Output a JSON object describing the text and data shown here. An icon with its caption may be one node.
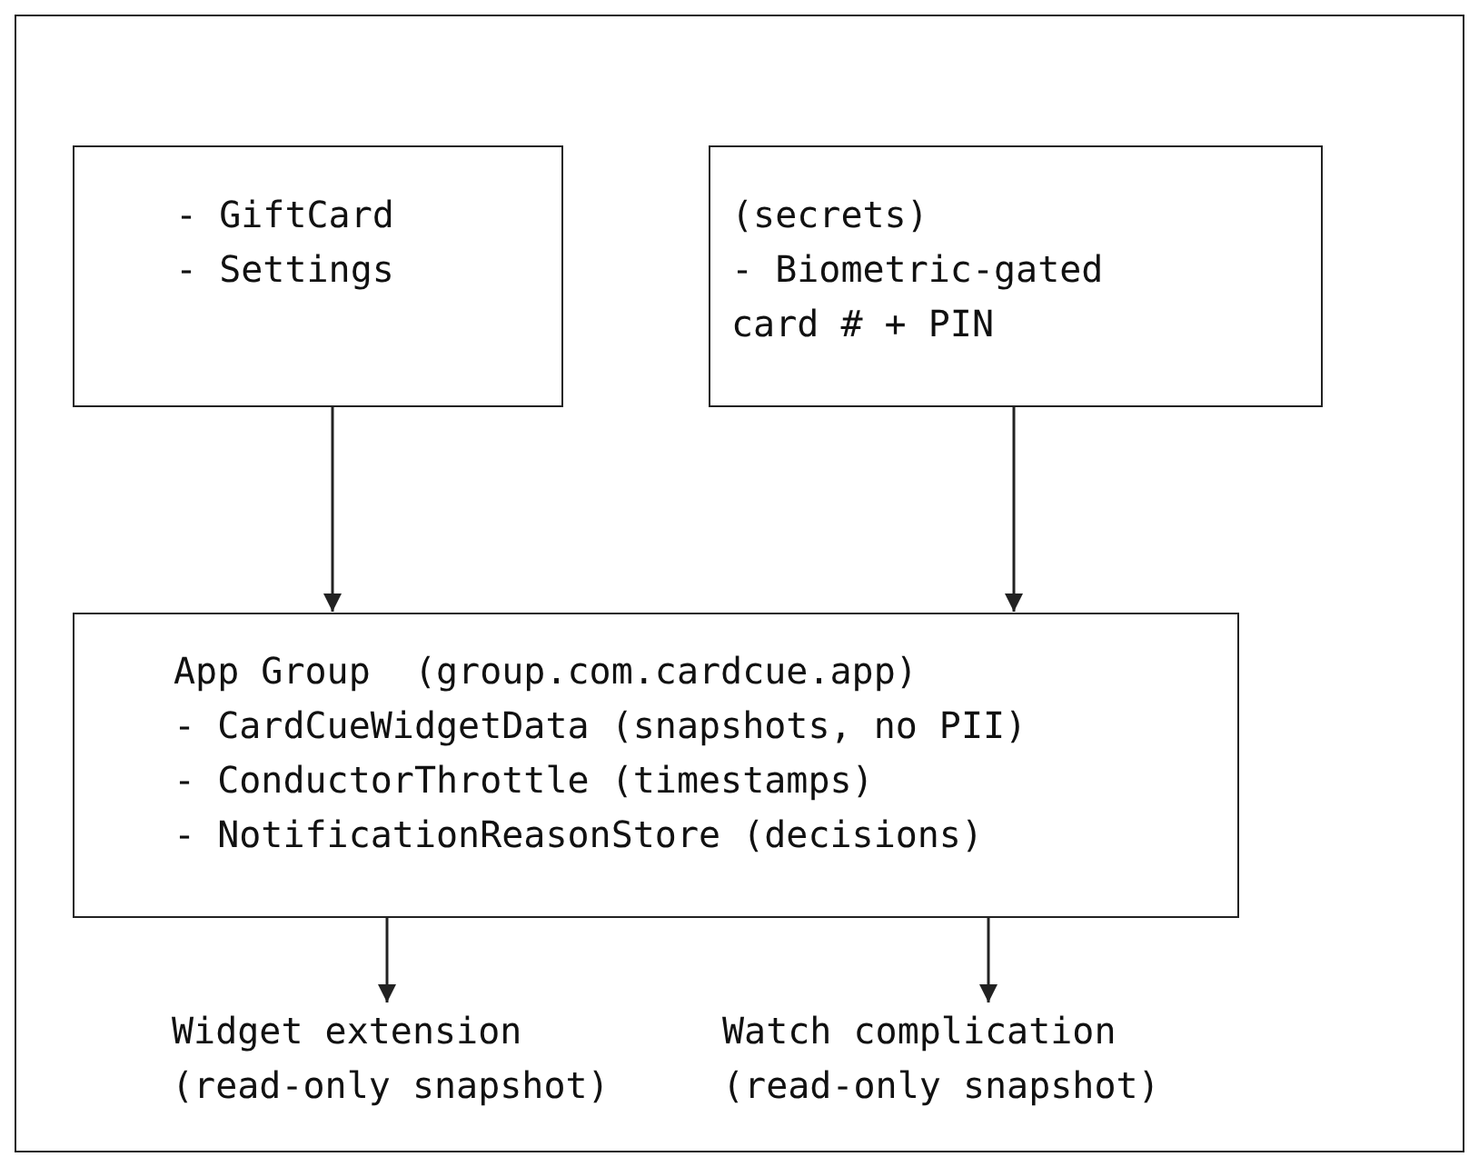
{
  "diagram": {
    "nodes": [
      {
        "text": [],
        "shape": "box"
      },
      {
        "text": [
          "- GiftCard",
          "- Settings"
        ],
        "in": 0
      },
      {
        "text": [
          "(secrets)",
          "- Biometric-gated card # + PIN"
        ],
        "in": 0
      },
      {
        "text": [
          "App Group  (group.com.cardcue.app)",
          "- CardCueWidgetData (snapshots, no PII)",
          "- ConductorThrottle (timestamps)",
          "- NotificationReasonStore (decisions)"
        ],
        "in": 0
      },
      {
        "text": [
          "Widget extension (read-only snapshot)"
        ],
        "in": 0
      },
      {
        "text": [
          "Watch complication (read-only snapshot)"
        ],
        "in": 0
      }
    ],
    "edges": [
      {
        "from": 1,
        "to": 3,
        "arrow": "to"
      },
      {
        "from": 2,
        "to": 3,
        "arrow": "to"
      },
      {
        "from": 3,
        "to": 4,
        "arrow": "to"
      },
      {
        "from": 3,
        "to": 5,
        "arrow": "to"
      }
    ]
  }
}
